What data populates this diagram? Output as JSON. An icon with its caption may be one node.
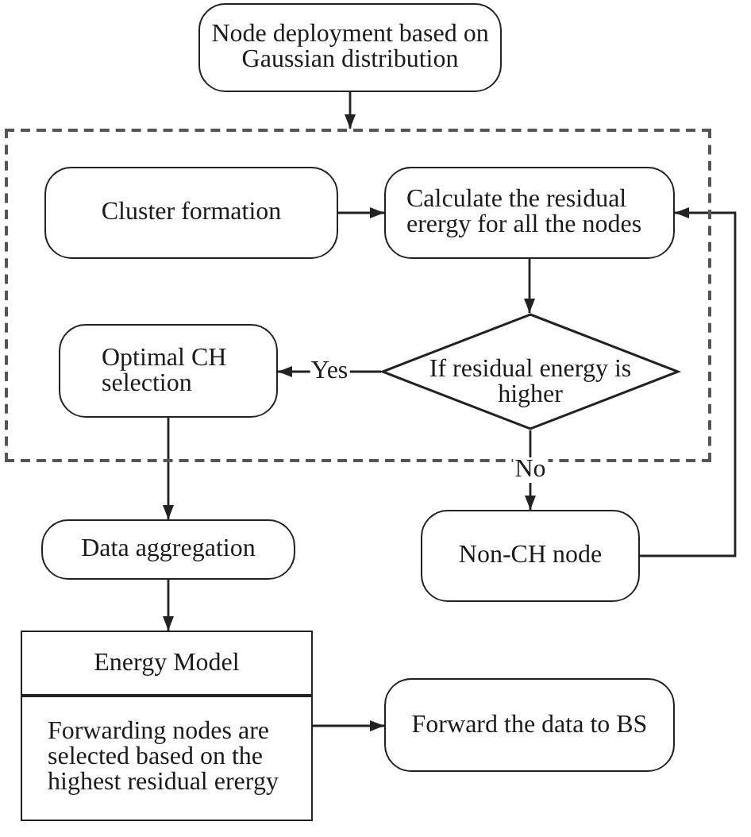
{
  "diagram": {
    "nodes": [
      {
        "text": [
          "Node deployment based on Gaussian distribution"
        ]
      },
      {
        "text": [],
        "shape": "box"
      },
      {
        "text": [
          "Cluster formation"
        ],
        "in": 1
      },
      {
        "text": [
          "Calculate the residual erergy for all the nodes"
        ],
        "in": 1
      },
      {
        "text": [
          "Optimal CH selection"
        ],
        "in": 1
      },
      {
        "text": [
          "If residual energy is higher"
        ],
        "in": 1
      },
      {
        "text": [
          "Data aggregation"
        ]
      },
      {
        "text": [
          "Non-CH node"
        ]
      },
      {
        "text": [
          "Energy Model",
          "Forwarding nodes are selected based on the highest residual erergy"
        ]
      },
      {
        "text": [
          "Forward the data to BS"
        ]
      }
    ],
    "edges": [
      {
        "from": 0,
        "to": 1,
        "arrow": "to"
      },
      {
        "from": 2,
        "to": 3,
        "arrow": "to"
      },
      {
        "from": 3,
        "to": 5,
        "arrow": "to"
      },
      {
        "from": 5,
        "to": 4,
        "arrow": "to",
        "label": "Yes"
      },
      {
        "from": 5,
        "to": 7,
        "arrow": "to",
        "label": "No"
      },
      {
        "from": 4,
        "to": 6,
        "arrow": "to"
      },
      {
        "from": 7,
        "to": 3,
        "arrow": "to"
      },
      {
        "from": 6,
        "to": 8,
        "arrow": "to"
      },
      {
        "from": 8,
        "to": 9,
        "arrow": "to"
      }
    ]
  }
}
